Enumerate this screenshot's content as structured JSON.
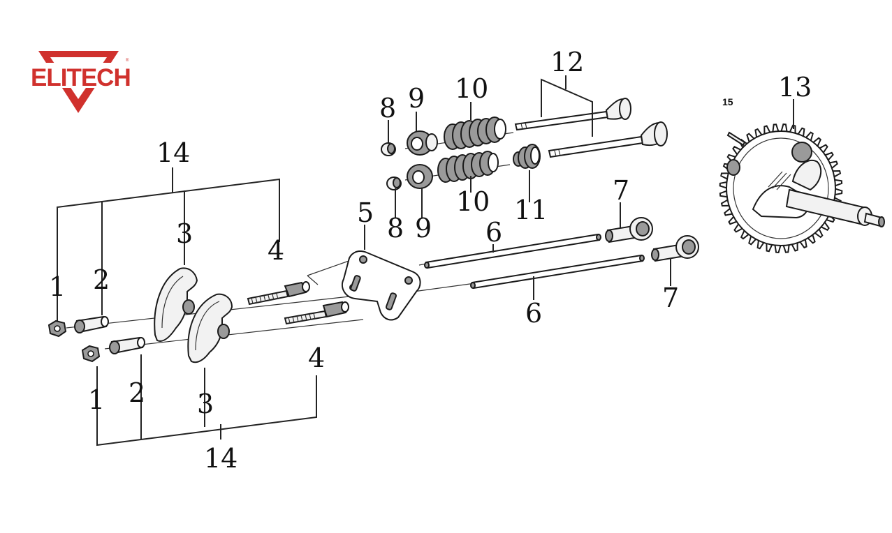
{
  "brand": {
    "name": "ELITECH",
    "registered_mark": "®",
    "color": "#d0312d"
  },
  "labels": {
    "p1_top": "1",
    "p1_bottom": "1",
    "p2_top": "2",
    "p2_bottom": "2",
    "p3_top": "3",
    "p3_bottom": "3",
    "p4_top": "4",
    "p4_bottom": "4",
    "p5": "5",
    "p6_top": "6",
    "p6_bottom": "6",
    "p7_top": "7",
    "p7_bottom": "7",
    "p8_top": "8",
    "p8_bottom": "8",
    "p9_top": "9",
    "p9_bottom": "9",
    "p10_top": "10",
    "p10_bottom": "10",
    "p11": "11",
    "p12": "12",
    "p13": "13",
    "p14_top": "14",
    "p14_bottom": "14",
    "p15": "15"
  }
}
